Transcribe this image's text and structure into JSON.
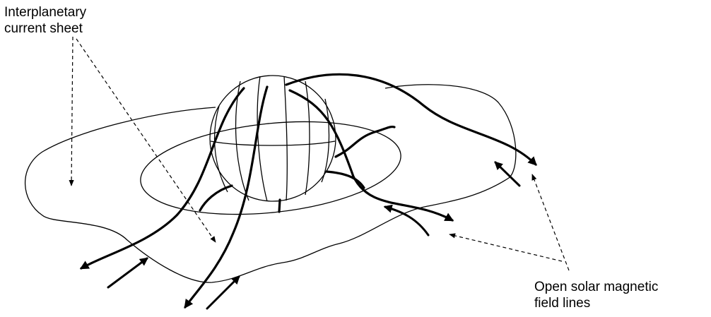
{
  "labels": {
    "current_sheet": [
      "Interplanetary",
      "current sheet"
    ],
    "open_field_lines": [
      "Open solar magnetic",
      "field lines"
    ]
  }
}
